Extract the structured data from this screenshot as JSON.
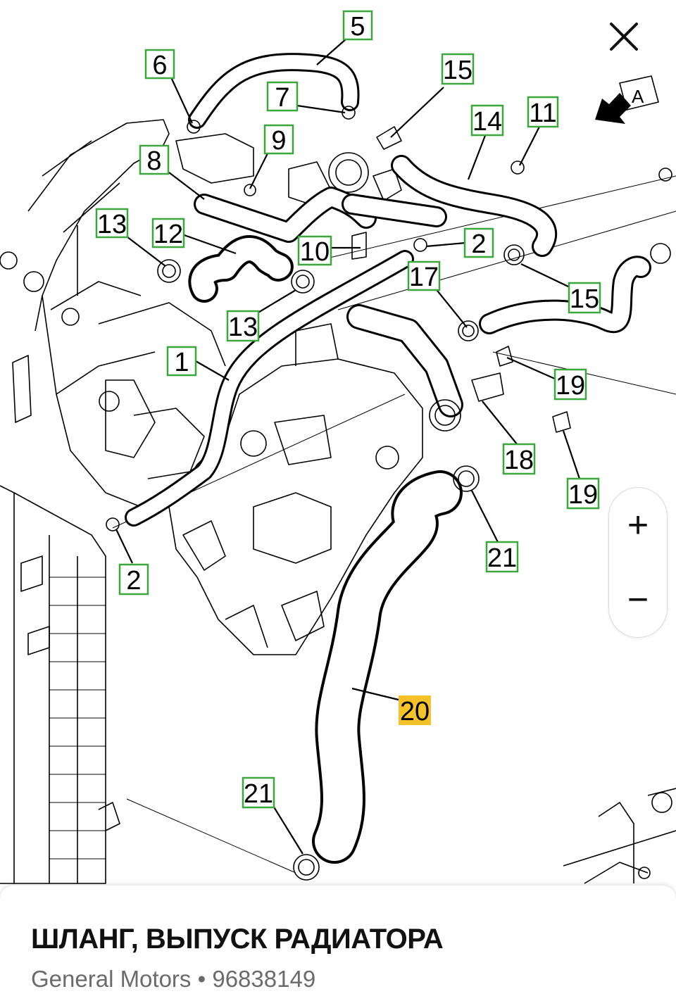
{
  "window": {
    "close_icon": "close-icon"
  },
  "diagram": {
    "view_label": "A",
    "callouts": [
      "5",
      "6",
      "7",
      "15",
      "14",
      "11",
      "9",
      "8",
      "13",
      "12",
      "10",
      "2",
      "17",
      "15",
      "13",
      "1",
      "19",
      "18",
      "19",
      "21",
      "2",
      "20",
      "21"
    ],
    "highlighted": "20"
  },
  "zoom": {
    "in_label": "+",
    "out_label": "−"
  },
  "part": {
    "title": "ШЛАНГ, ВЫПУСК РАДИАТОРА",
    "manufacturer": "General Motors",
    "separator": "•",
    "number": "96838149"
  },
  "colors": {
    "callout_border": "#3aa83a",
    "highlight": "#f6c22a",
    "subtitle": "#6b6b6b"
  }
}
